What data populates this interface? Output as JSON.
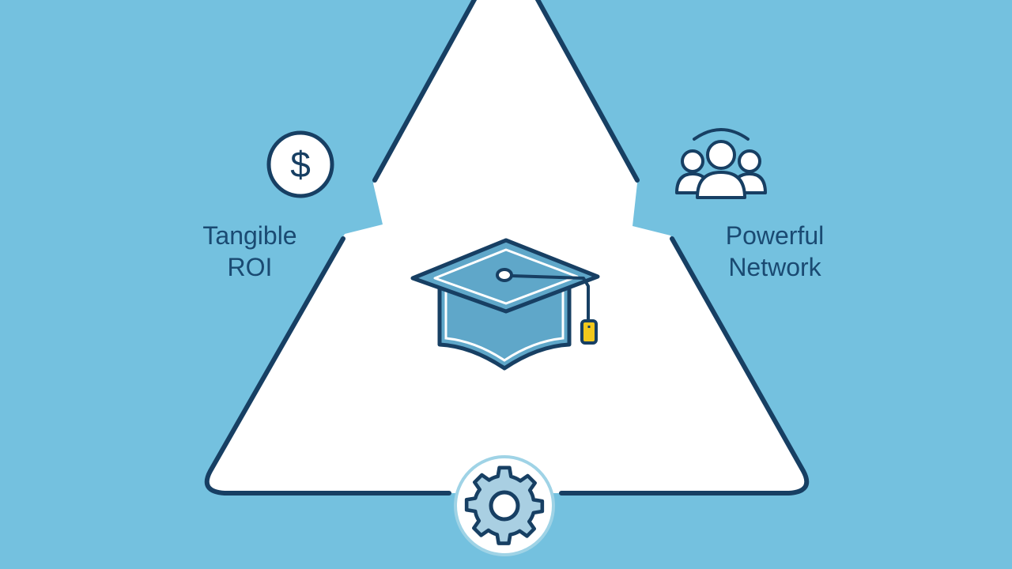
{
  "diagram": {
    "type": "triangle-concept",
    "center": {
      "icon": "graduation-cap-icon"
    },
    "nodes": [
      {
        "position": "left",
        "icon": "dollar-circle-icon",
        "label_line1": "Tangible",
        "label_line2": "ROI"
      },
      {
        "position": "right",
        "icon": "people-group-icon",
        "label_line1": "Powerful",
        "label_line2": "Network"
      },
      {
        "position": "bottom",
        "icon": "gear-icon"
      }
    ]
  },
  "colors": {
    "background": "#74c1df",
    "triangle_fill": "#ffffff",
    "stroke": "#173f63",
    "text": "#1a4a72",
    "cap_fill": "#5fa7c9",
    "tassel": "#f2c81c"
  }
}
